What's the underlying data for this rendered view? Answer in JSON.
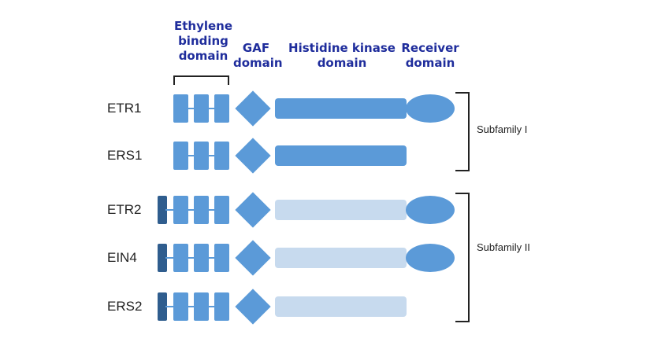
{
  "headers": {
    "ethylene": [
      "Ethylene",
      "binding",
      "domain"
    ],
    "gaf": [
      "GAF",
      "domain"
    ],
    "hk": [
      "Histidine kinase",
      "domain"
    ],
    "receiver": [
      "Receiver",
      "domain"
    ]
  },
  "rows": [
    {
      "label": "ETR1",
      "anchor": false,
      "hk_active": true,
      "receiver": true
    },
    {
      "label": "ERS1",
      "anchor": false,
      "hk_active": true,
      "receiver": false
    },
    {
      "label": "ETR2",
      "anchor": true,
      "hk_active": false,
      "receiver": true
    },
    {
      "label": "EIN4",
      "anchor": true,
      "hk_active": false,
      "receiver": true
    },
    {
      "label": "ERS2",
      "anchor": true,
      "hk_active": false,
      "receiver": false
    }
  ],
  "subfamilies": [
    "Subfamily I",
    "Subfamily II"
  ],
  "colors": {
    "domain": "#5b9ad8",
    "inactive_kinase": "#c7daee",
    "anchor": "#2f5d8e",
    "header_text": "#1f2d9c"
  }
}
